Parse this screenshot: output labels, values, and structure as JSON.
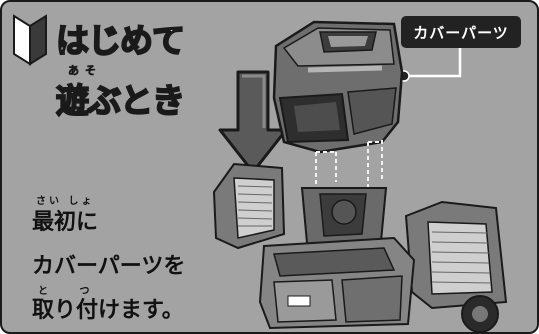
{
  "heading": {
    "line1": "はじめて",
    "ruby": "あそ",
    "line2": "遊ぶとき"
  },
  "part_label": "カバーパーツ",
  "instructions": {
    "ruby_1": "さい しょ",
    "line1": "最初に",
    "line2": "カバーパーツを",
    "ruby_3": "と つ",
    "line3": "取り付けます。"
  },
  "icons": {
    "beginner_mark": "beginner-leaf-icon",
    "arrow": "down-arrow-icon"
  },
  "colors": {
    "background": "#a3a3a3",
    "label_bg": "#222222"
  }
}
